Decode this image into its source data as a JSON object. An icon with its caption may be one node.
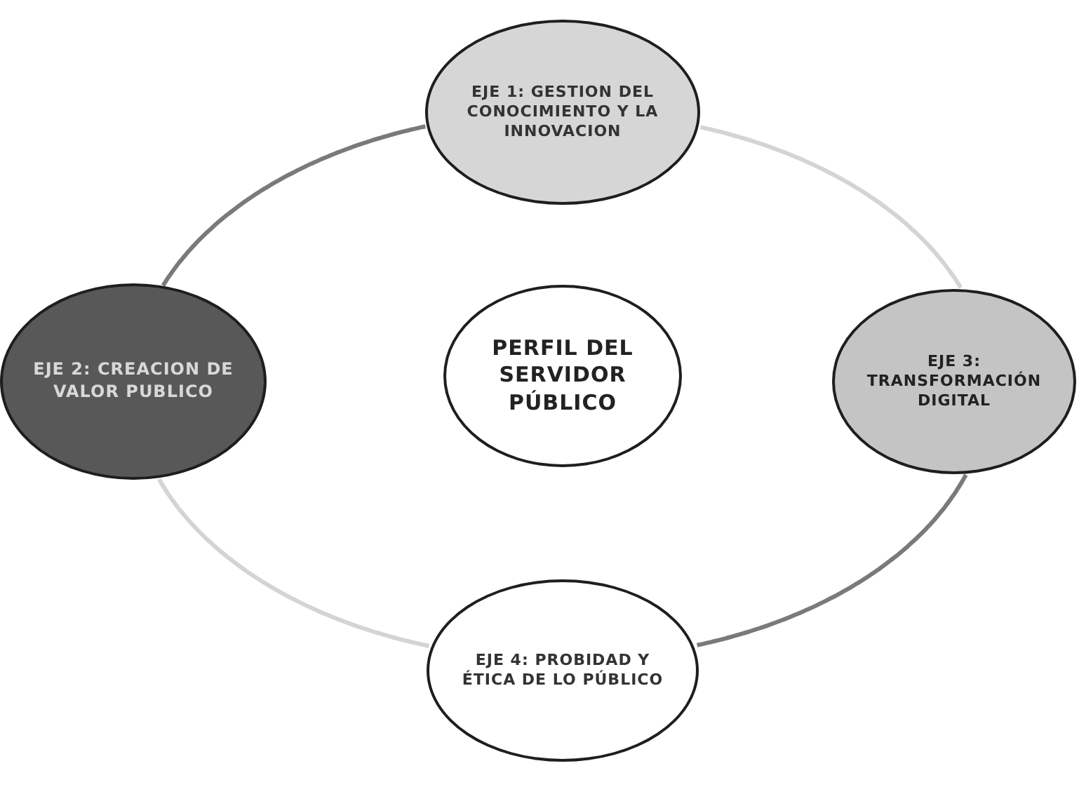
{
  "diagram": {
    "nodes": [
      {
        "text": [
          "EJE 1: GESTION DEL CONOCIMIENTO Y LA INNOVACION"
        ]
      },
      {
        "text": [
          "EJE 2: CREACION DE VALOR PUBLICO"
        ]
      },
      {
        "text": [
          "PERFIL DEL SERVIDOR PÚBLICO"
        ]
      },
      {
        "text": [
          "EJE 3: TRANSFORMACIÓN DIGITAL"
        ]
      },
      {
        "text": [
          "EJE 4: PROBIDAD Y ÉTICA DE LO PÚBLICO"
        ]
      }
    ],
    "edges": [
      {
        "from": 1,
        "to": 0,
        "arrow": "none"
      },
      {
        "from": 0,
        "to": 3,
        "arrow": "none",
        "color": "#d4d4d4"
      },
      {
        "from": 3,
        "to": 4,
        "arrow": "none"
      },
      {
        "from": 4,
        "to": 1,
        "arrow": "none",
        "color": "#d4d4d4"
      }
    ]
  }
}
